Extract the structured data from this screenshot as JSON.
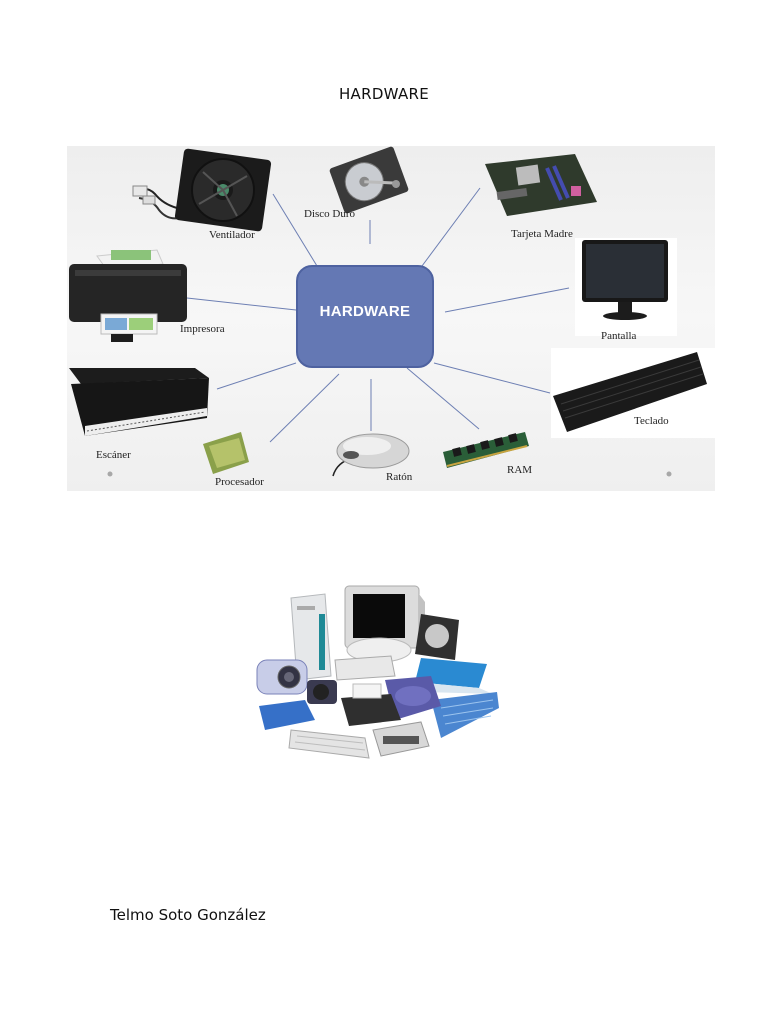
{
  "document": {
    "title": "HARDWARE",
    "author": "Telmo Soto González"
  },
  "mindmap": {
    "center_label": "HARDWARE",
    "center_color": "#6478b4",
    "nodes": [
      {
        "label": "Ventilador",
        "icon": "cooling-fan"
      },
      {
        "label": "Disco Duro",
        "icon": "hard-disk"
      },
      {
        "label": "Tarjeta Madre",
        "icon": "motherboard"
      },
      {
        "label": "Impresora",
        "icon": "printer"
      },
      {
        "label": "Pantalla",
        "icon": "monitor"
      },
      {
        "label": "Escáner",
        "icon": "flatbed-scanner"
      },
      {
        "label": "Teclado",
        "icon": "keyboard"
      },
      {
        "label": "Procesador",
        "icon": "cpu-chip"
      },
      {
        "label": "Ratón",
        "icon": "computer-mouse"
      },
      {
        "label": "RAM",
        "icon": "ram-module"
      }
    ]
  },
  "collage": {
    "icon": "computer-hardware-collage"
  }
}
